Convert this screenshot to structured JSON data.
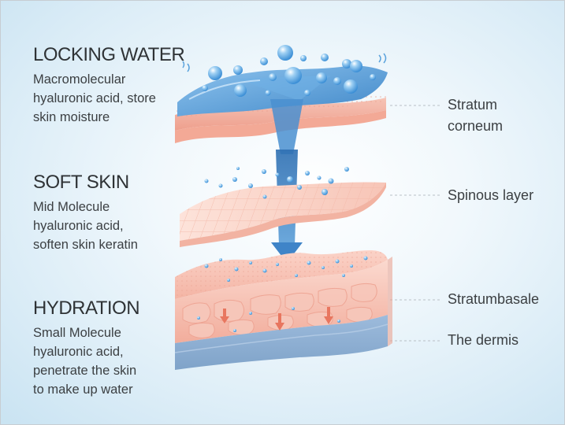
{
  "sections": [
    {
      "title": "LOCKING WATER",
      "desc_lines": [
        "Macromolecular",
        "hyaluronic acid, store",
        "skin moisture"
      ]
    },
    {
      "title": "SOFT SKIN",
      "desc_lines": [
        "Mid Molecule",
        "hyaluronic acid,",
        "soften skin keratin"
      ]
    },
    {
      "title": "HYDRATION",
      "desc_lines": [
        "Small Molecule",
        "hyaluronic acid,",
        "penetrate the skin",
        "to make up water"
      ]
    }
  ],
  "layers": [
    {
      "lines": [
        "Stratum",
        "corneum"
      ]
    },
    {
      "lines": [
        "Spinous layer"
      ]
    },
    {
      "lines": [
        "Stratumbasale"
      ]
    },
    {
      "lines": [
        "The dermis"
      ]
    }
  ],
  "colors": {
    "water_blue": "#4f9ad6",
    "skin_pink": "#f4b7a8",
    "dermis_blue": "#8fb2d6",
    "arrow_red": "#e8765f"
  }
}
